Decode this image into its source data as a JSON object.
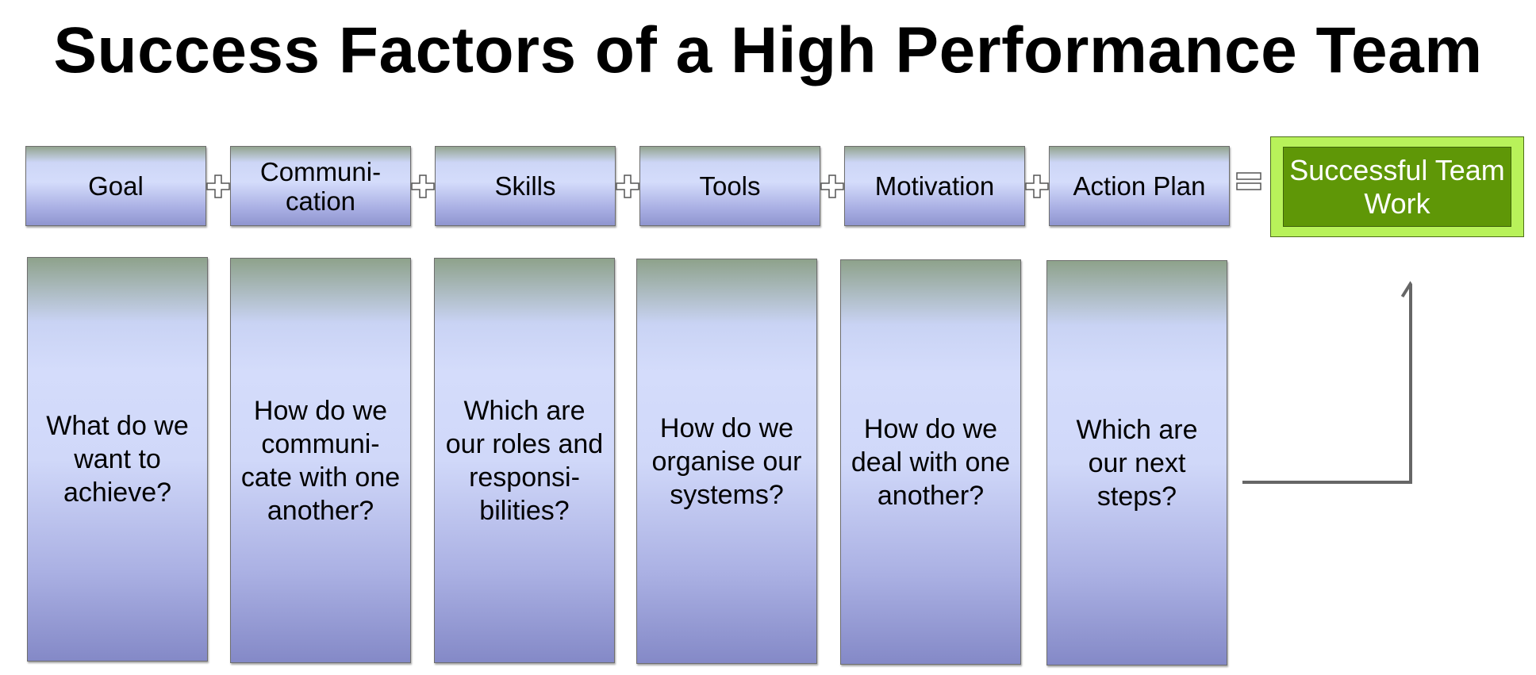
{
  "title": "Success Factors of a High Performance Team",
  "factors": [
    {
      "label": "Goal",
      "question": "What do we want to achieve?"
    },
    {
      "label": "Communi- cation",
      "question": "How do we communi- cate with one another?"
    },
    {
      "label": "Skills",
      "question": "Which are our roles and responsi- bilities?"
    },
    {
      "label": "Tools",
      "question": "How do we organise our systems?"
    },
    {
      "label": "Motivation",
      "question": "How do we deal with one another?"
    },
    {
      "label": "Action Plan",
      "question": "Which are our next steps?"
    }
  ],
  "result": "Successful Team Work",
  "icons": {
    "operator": "plus-icon",
    "result_operator": "equals-icon",
    "connector": "arrow-up-icon"
  },
  "colors": {
    "result_fill": "#5f9707",
    "result_frame": "#b8f25a",
    "box_light": "#d4dcfb",
    "box_dark": "#8489c7",
    "box_top": "#8ea28b",
    "arrow": "#666666"
  }
}
